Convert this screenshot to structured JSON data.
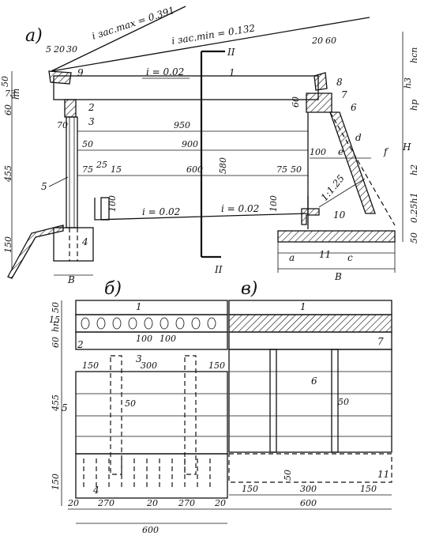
{
  "panels": {
    "a": "а)",
    "b": "б)",
    "v": "в)"
  },
  "slopes": {
    "max": "i зас.max = 0.391",
    "min": "i зас.min = 0.132",
    "deck": "i = 0.02",
    "bottom_left": "i = 0.02",
    "bottom_right": "i = 0.02",
    "bank": "1:1.25"
  },
  "section_marks": {
    "top": "II",
    "bottom": "II"
  },
  "callouts": [
    "1",
    "2",
    "3",
    "4",
    "5",
    "6",
    "7",
    "8",
    "9",
    "10",
    "11"
  ],
  "dims_a": {
    "top_left": [
      "5",
      "20",
      "30"
    ],
    "top_right": [
      "20",
      "60"
    ],
    "left_vertical": [
      "50",
      "hп",
      "60",
      "455",
      "150"
    ],
    "left_small": "73",
    "right_vertical": [
      "hсп",
      "h3",
      "hр",
      "h2",
      "0.25h1",
      "50"
    ],
    "right_H": "H",
    "w950": "950",
    "w70": "70",
    "w50": "50",
    "w900": "900",
    "w75a": "75",
    "w25": "25",
    "w15": "15",
    "w600": "600",
    "w75b": "75",
    "w50b": "50",
    "h580": "580",
    "h100l": "100",
    "h100r": "100",
    "h60": "60",
    "w100": "100",
    "letters": [
      "e",
      "f",
      "d",
      "B",
      "a",
      "c",
      "B"
    ]
  },
  "dims_b": {
    "left_vertical": [
      "50",
      "15",
      "hп",
      "60",
      "455",
      "150"
    ],
    "top": [
      "100",
      "100"
    ],
    "mid": [
      "150",
      "300",
      "150"
    ],
    "post": "50",
    "bottom": [
      "20",
      "270",
      "20",
      "270",
      "20"
    ],
    "total": "600"
  },
  "dims_v": {
    "post": "50",
    "footing": "50",
    "bottom": [
      "150",
      "300",
      "150"
    ],
    "total": "600"
  }
}
